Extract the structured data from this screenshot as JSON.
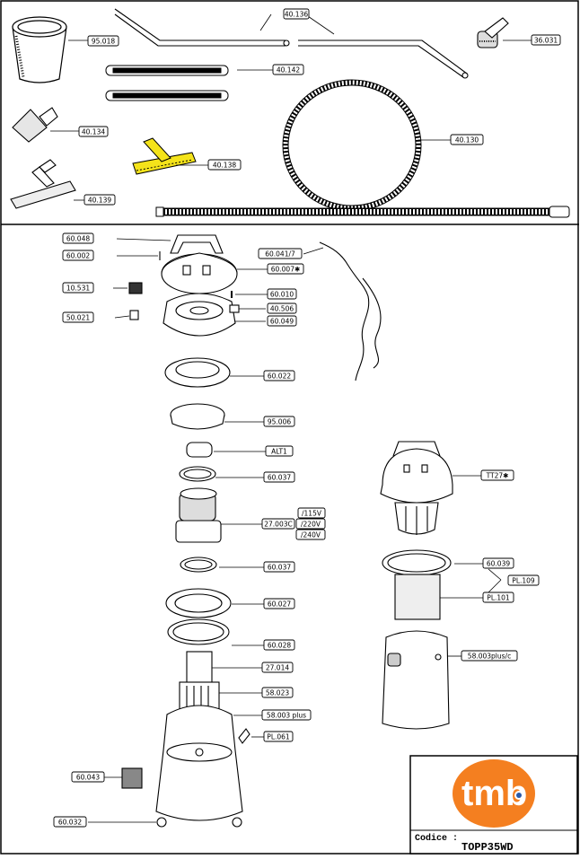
{
  "diagram": {
    "top_section_labels": [
      "95.018",
      "40.136",
      "36.031",
      "40.142",
      "40.134",
      "40.130",
      "40.138",
      "40.139"
    ],
    "bottom_section_labels": [
      "60.048",
      "60.002",
      "60.041/7",
      "60.007✱",
      "10.531",
      "60.010",
      "40.506",
      "50.021",
      "60.049",
      "60.022",
      "95.006",
      "ALT1",
      "60.037",
      "/115V",
      "27.003C",
      "/220V",
      "/240V",
      "60.037",
      "60.027",
      "60.028",
      "27.014",
      "58.023",
      "58.003 plus",
      "PL.061",
      "60.043",
      "60.032",
      "TT27✱",
      "60.039",
      "PL.109",
      "PL.101",
      "58.003plus/c"
    ]
  },
  "title_block": {
    "logo_text": "tmb",
    "codice_label": "Codice :",
    "codice_value": "TOPP35WD"
  },
  "colors": {
    "highlight": "#f4e31a",
    "logo": "#f47f20",
    "ink": "#000000"
  }
}
